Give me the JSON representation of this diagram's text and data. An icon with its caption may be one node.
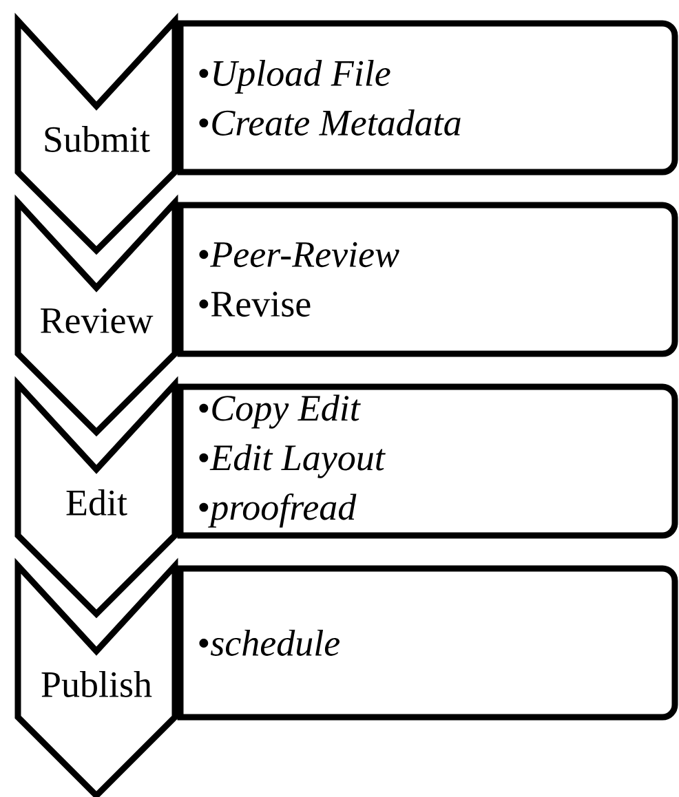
{
  "diagram": {
    "nodes": [
      {
        "text": [
          "Submit"
        ]
      },
      {
        "text": [
          "•*Upload File*",
          "•*Create Metadata*"
        ]
      },
      {
        "text": [
          "Review"
        ]
      },
      {
        "text": [
          "•*Peer-Review*",
          "•Revise"
        ]
      },
      {
        "text": [
          "Edit"
        ]
      },
      {
        "text": [
          "•*Copy Edit*",
          "•*Edit Layout*",
          "•*proofread*"
        ]
      },
      {
        "text": [
          "Publish"
        ]
      },
      {
        "text": [
          "•*schedule*"
        ]
      }
    ]
  }
}
